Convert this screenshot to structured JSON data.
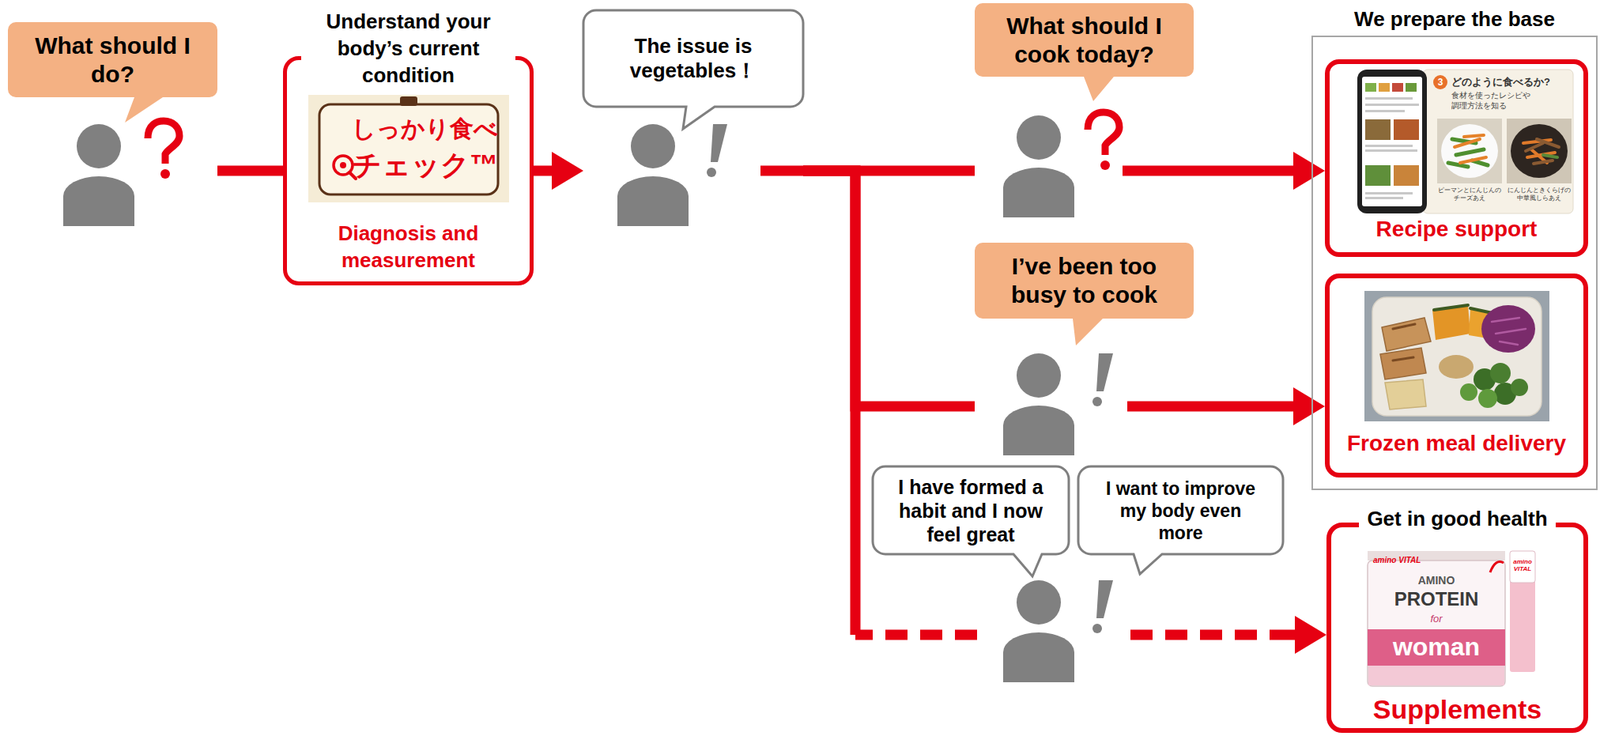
{
  "diagram": {
    "nodes": [
      {
        "text": [
          "What should I do?"
        ]
      },
      {
        "text": [
          "Understand your body’s current condition",
          "しっかり食べ チェック™",
          "Diagnosis and measurement"
        ]
      },
      {
        "text": [
          "The issue is vegetables！"
        ]
      },
      {
        "text": [
          "What should I cook today?"
        ]
      },
      {
        "text": [
          "I’ve been too busy to cook"
        ]
      },
      {
        "text": [
          "I have formed a habit and I now feel great",
          "I want to improve my body even more"
        ]
      },
      {
        "text": [
          "We prepare the base"
        ]
      },
      {
        "text": [
          "Recipe support"
        ],
        "in": 6
      },
      {
        "text": [
          "Frozen meal delivery"
        ],
        "in": 6
      },
      {
        "text": [
          "Get in good health",
          "Supplements"
        ]
      }
    ],
    "edges": [
      {
        "from": 0,
        "to": 1,
        "arrow": "none"
      },
      {
        "from": 1,
        "to": 2,
        "arrow": "to"
      },
      {
        "from": 2,
        "to": 3,
        "arrow": "none"
      },
      {
        "from": 2,
        "to": 4,
        "arrow": "none"
      },
      {
        "from": 2,
        "to": 5,
        "arrow": "none"
      },
      {
        "from": 3,
        "to": 7,
        "arrow": "to"
      },
      {
        "from": 4,
        "to": 8,
        "arrow": "to"
      },
      {
        "from": 5,
        "to": 9,
        "arrow": "to"
      }
    ],
    "labels": [
      "3",
      "どのように食べるか?",
      "食材を使ったレシピや 調理方法を知る",
      "ピーマンとにんじんの チーズあえ",
      "にんじんときくらげの 中華風しらあえ",
      "amino VITAL",
      "AMINO",
      "PROTEIN",
      "for",
      "woman",
      "amino VITAL"
    ]
  }
}
